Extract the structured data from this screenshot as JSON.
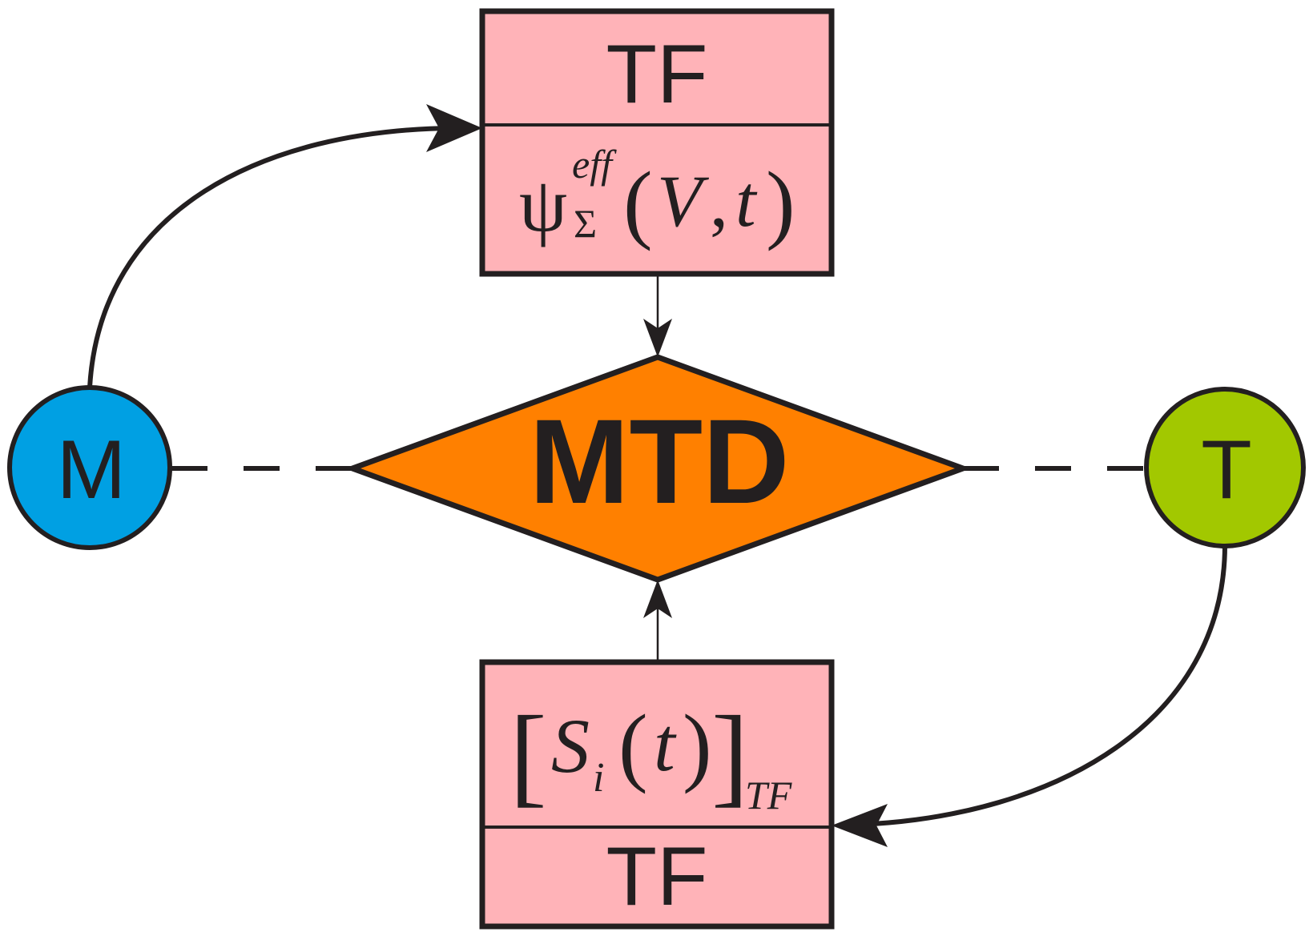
{
  "colors": {
    "box_fill": "#ffb3b8",
    "stroke": "#231f20",
    "diamond_fill": "#ff8000",
    "node_m_fill": "#00a0e3",
    "node_t_fill": "#a2c800"
  },
  "top_box": {
    "header": "TF",
    "formula": {
      "psi": "ψ",
      "sup": "eff",
      "sub": "Σ",
      "open": "(",
      "var1": "V",
      "comma": ",",
      "var2": "t",
      "close": ")"
    }
  },
  "bottom_box": {
    "footer": "TF",
    "formula": {
      "bracket_open": "[",
      "var": "S",
      "sub_i": "i",
      "open": "(",
      "t": "t",
      "close": ")",
      "bracket_close": "]",
      "sub": "TF"
    }
  },
  "diamond": {
    "label": "MTD"
  },
  "node_m": {
    "label": "M"
  },
  "node_t": {
    "label": "T"
  }
}
